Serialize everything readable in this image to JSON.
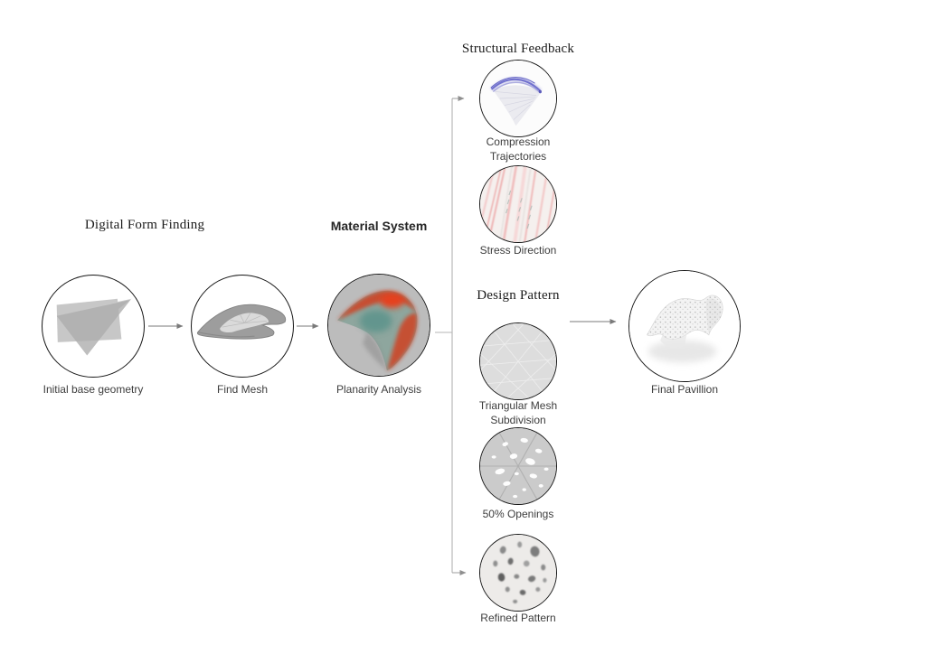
{
  "headings": {
    "digital_form_finding": "Digital Form Finding",
    "material_system": "Material System",
    "structural_feedback": "Structural Feedback",
    "design_pattern": "Design Pattern"
  },
  "labels": {
    "initial_base_geometry": "Initial base geometry",
    "find_mesh": "Find Mesh",
    "planarity_analysis": "Planarity Analysis",
    "compression_trajectories": "Compression Trajectories",
    "stress_direction": "Stress Direction",
    "triangular_mesh_subdivision": "Triangular Mesh Subdivision",
    "openings_50": "50% Openings",
    "refined_pattern": "Refined Pattern",
    "final_pavillion": "Final Pavillion"
  },
  "colors": {
    "circle_outline": "#161616",
    "connector_gray": "#9e9e9e",
    "arrow_gray": "#7a7a7a",
    "trajectory_blue": "#6b6bcc",
    "stress_pink": "#e98e8e",
    "planarity_red": "#d0492c",
    "planarity_teal": "#5f948c",
    "mesh_gray": "#a0a0a0"
  }
}
